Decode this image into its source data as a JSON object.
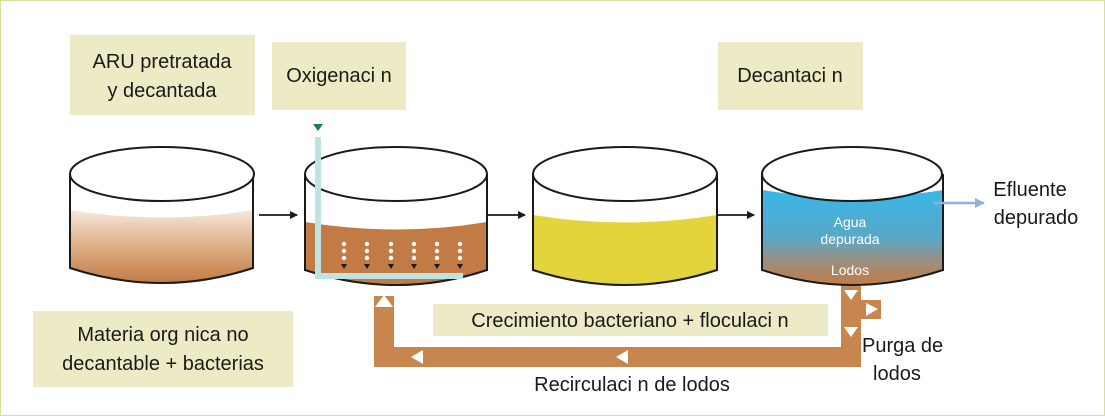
{
  "labels": {
    "aru_line1": "ARU pretratada",
    "aru_line2": "y decantada",
    "oxigenacion": "Oxigenaci n",
    "decantacion": "Decantaci n",
    "materia_line1": "Materia org nica no",
    "materia_line2": "decantable + bacterias",
    "crecimiento": "Crecimiento bacteriano + floculaci n",
    "recirculacion": "Recirculaci n de lodos",
    "efluente_line1": "Efluente",
    "efluente_line2": "depurado",
    "purga_line1": "Purga de",
    "purga_line2": "lodos",
    "agua_line1": "Agua",
    "agua_line2": "depurada",
    "lodos": "Lodos"
  },
  "colors": {
    "label_box": "#ecebc6",
    "frame_border": "#d9dc9a",
    "sludge_brown": "#c27b45",
    "pipe_brown": "#c8864f",
    "yellow_liquid": "#e2d43a",
    "water_blue": "#38b6e8",
    "air_pipe": "#bfe3e2",
    "effluent_arrow": "#8fb2dc"
  }
}
